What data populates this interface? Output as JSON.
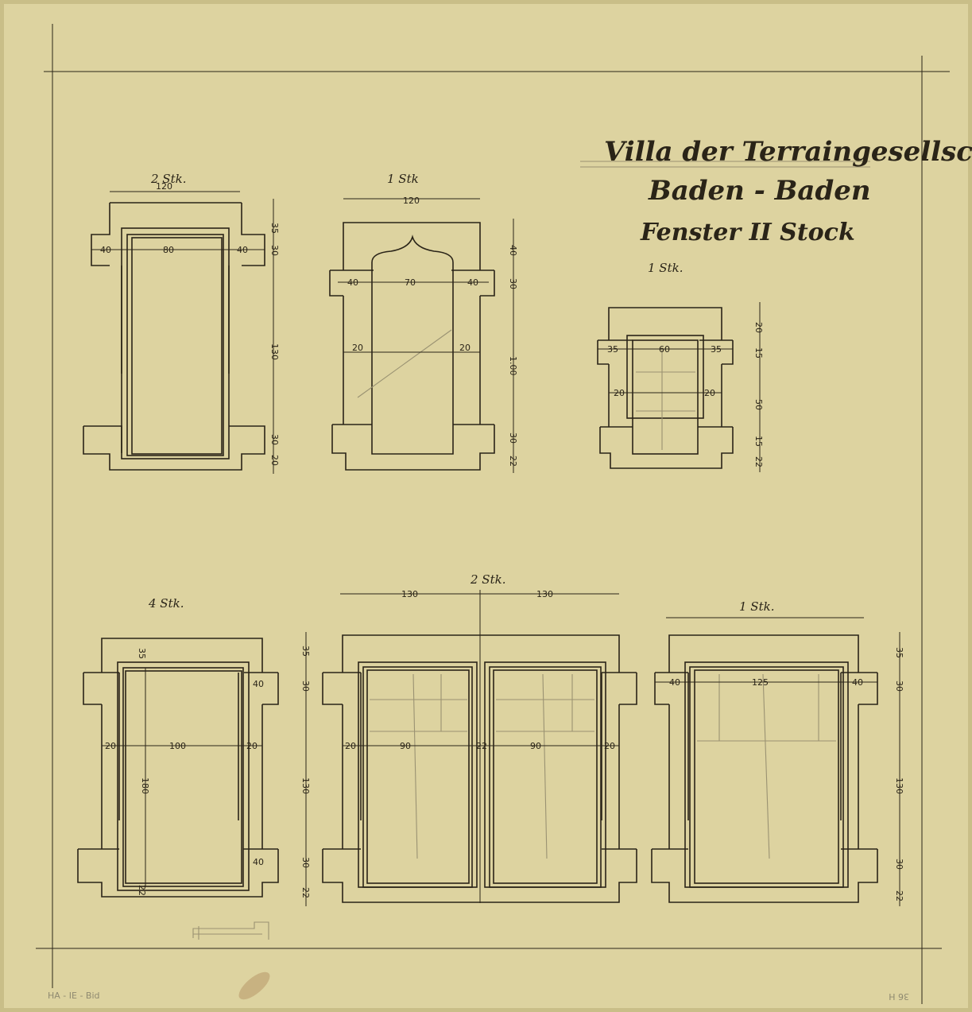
{
  "title": {
    "line1": "Villa der Terraingesellschaft",
    "line2": "Baden - Baden",
    "line3": "Fenster II Stock"
  },
  "windows": {
    "w1": {
      "qty": "2 Stk.",
      "dims": {
        "total_width": "120",
        "inner_width": "80",
        "side": "40",
        "top_lintel": "35",
        "lintel": "30",
        "height": "130",
        "sill": "30",
        "base": "20"
      }
    },
    "w2": {
      "qty": "1 Stk",
      "dims": {
        "total_width": "120",
        "inner_width": "70",
        "side": "40",
        "arch": "40",
        "lintel": "30",
        "jamb": "20",
        "height": "1.00",
        "sill": "30",
        "base": "22"
      }
    },
    "w3": {
      "qty": "1 Stk.",
      "dims": {
        "inner_width": "60",
        "side": "35",
        "top": "20",
        "lintel": "15",
        "jamb": "20",
        "height": "50",
        "sill": "15",
        "base": "22"
      }
    },
    "w4": {
      "qty": "4 Stk.",
      "dims": {
        "inner_width": "100",
        "jamb": "20",
        "side": "40",
        "top": "35",
        "lintel": "30",
        "height": "180",
        "sill": "30",
        "base": "22"
      }
    },
    "w5": {
      "qty": "2 Stk.",
      "dims": {
        "half_width": "130",
        "inner_width": "90",
        "jamb": "20",
        "mid": "22",
        "top": "35",
        "lintel": "30",
        "height": "130",
        "sill": "30",
        "base": "22"
      }
    },
    "w6": {
      "qty": "1 Stk.",
      "dims": {
        "inner_width": "125",
        "side": "40",
        "top": "35",
        "lintel": "30",
        "height": "130",
        "sill": "30",
        "base": "22"
      }
    }
  },
  "marginalia": {
    "archive_mark": "HA - IE - Bid",
    "corner_mark": "36 H"
  }
}
